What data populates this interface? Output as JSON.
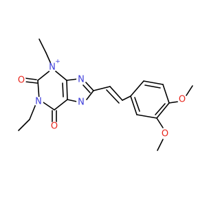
{
  "colors": {
    "carbon": "#000000",
    "nitrogen": "#3b3bd9",
    "oxygen": "#e8251c",
    "background": "#ffffff"
  },
  "atoms": {
    "n_charged": "N",
    "n_charged_sign": "+",
    "n_imine_top": "N",
    "n_imine_bottom": "N",
    "n_amide": "N",
    "o_carbonyl_left": "O",
    "o_carbonyl_bottom": "O",
    "o_methoxy_top": "O",
    "o_methoxy_bottom": "O"
  }
}
